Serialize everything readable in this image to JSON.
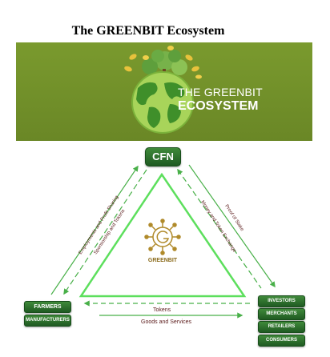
{
  "title": "The GREENBIT Ecosystem",
  "banner": {
    "line1": "THE GREENBIT",
    "line2": "ECOSYSTEM"
  },
  "center_node": "CFN",
  "logo_text": "GREENBIT",
  "left_group": [
    "FARMERS",
    "MANUFACTURERS"
  ],
  "right_group": [
    "INVESTORS",
    "MERCHANTS",
    "RETAILERS",
    "CONSUMERS"
  ],
  "flows": {
    "left_outer": "Employments and Profit Sharing",
    "left_inner": "Sponsorship and Tokens",
    "right_inner": "Money and Token Exchange",
    "right_outer": "Proof of Stake",
    "bottom_top": "Tokens",
    "bottom_bottom": "Goods and Services"
  },
  "colors": {
    "banner": "#6e8b2a",
    "node": "#2e6b2c",
    "triangle": "#5ddf5d",
    "arrow": "#49b049",
    "label": "#5a1a1a"
  }
}
